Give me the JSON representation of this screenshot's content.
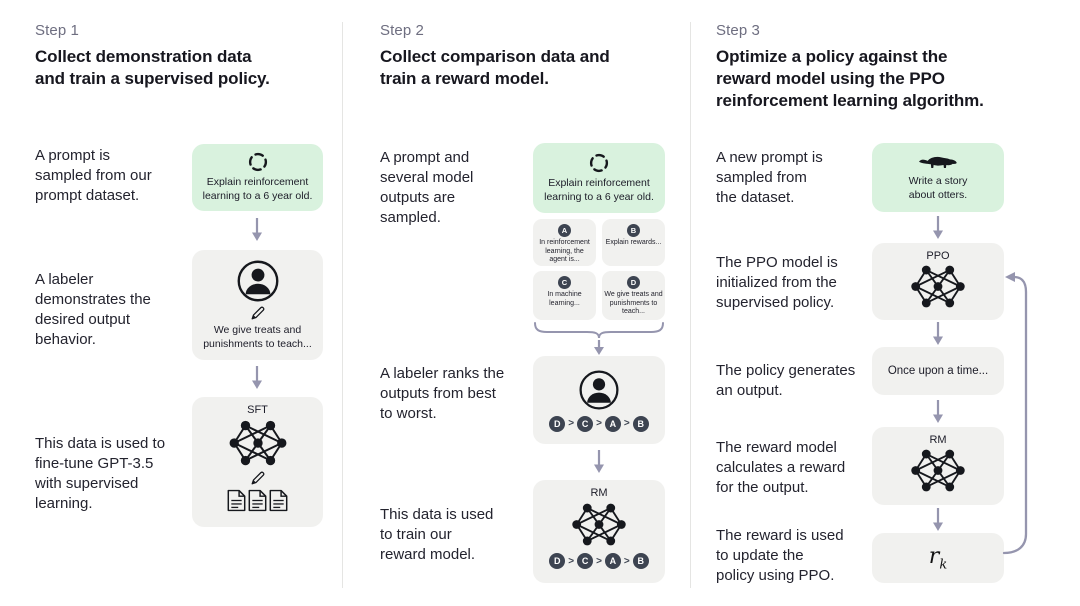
{
  "diagram": {
    "colors": {
      "prompt_green": "#d9f2de",
      "box_gray": "#f1f1ef",
      "arrow": "#9595ae",
      "badge": "#3d4451",
      "step_label": "#6e6e80",
      "text": "#1c1c28"
    },
    "icons": {
      "sample": "dashed-circle-cycle",
      "labeler": "person-in-circle",
      "pencil": "pencil",
      "network": "neural-network-nodes",
      "documents": "three-documents",
      "otter": "otter-silhouette",
      "arrow": "down-arrow",
      "brace": "curly-brace",
      "loop": "feedback-loop-arrow"
    },
    "steps": [
      {
        "label": "Step 1",
        "title": "Collect demonstration data\nand train a supervised policy.",
        "annotations": {
          "prompt": "A prompt is\nsampled from our\nprompt dataset.",
          "labeler": "A labeler\ndemonstrates the\ndesired output\nbehavior.",
          "data": "This data is used to\nfine-tune GPT-3.5\nwith supervised\nlearning."
        },
        "prompt_box": {
          "text": "Explain reinforcement\nlearning to a 6 year old."
        },
        "labeler_box": {
          "caption": "We give treats and\npunishments to teach..."
        },
        "model_box": {
          "label": "SFT"
        }
      },
      {
        "label": "Step 2",
        "title": "Collect comparison data and\ntrain a reward model.",
        "annotations": {
          "prompt": "A prompt and\nseveral model\noutputs are\nsampled.",
          "labeler": "A labeler ranks the\noutputs from best\nto worst.",
          "data": "This data is used\nto train our\nreward model."
        },
        "prompt_box": {
          "text": "Explain reinforcement\nlearning to a 6 year old."
        },
        "outputs": [
          {
            "label": "A",
            "text": "In reinforcement\nlearning, the\nagent is..."
          },
          {
            "label": "B",
            "text": "Explain rewards..."
          },
          {
            "label": "C",
            "text": "In machine\nlearning..."
          },
          {
            "label": "D",
            "text": "We give treats and\npunishments to\nteach..."
          }
        ],
        "ranking": [
          "D",
          "C",
          "A",
          "B"
        ],
        "ranking_separator": ">",
        "model_box": {
          "label": "RM"
        }
      },
      {
        "label": "Step 3",
        "title": "Optimize a policy against the\nreward model using the PPO\nreinforcement learning algorithm.",
        "annotations": {
          "prompt": "A new prompt is\nsampled from\nthe dataset.",
          "init": "The PPO model is\ninitialized from the\nsupervised policy.",
          "output": "The policy generates\nan output.",
          "reward": "The reward model\ncalculates a reward\nfor the output.",
          "update": "The reward is used\nto update the\npolicy using PPO."
        },
        "prompt_box": {
          "text": "Write a story\nabout otters."
        },
        "policy_box": {
          "label": "PPO"
        },
        "output_box": {
          "text": "Once upon a time..."
        },
        "reward_model_box": {
          "label": "RM"
        },
        "reward_box": {
          "symbol": "r",
          "subscript": "k"
        }
      }
    ]
  }
}
